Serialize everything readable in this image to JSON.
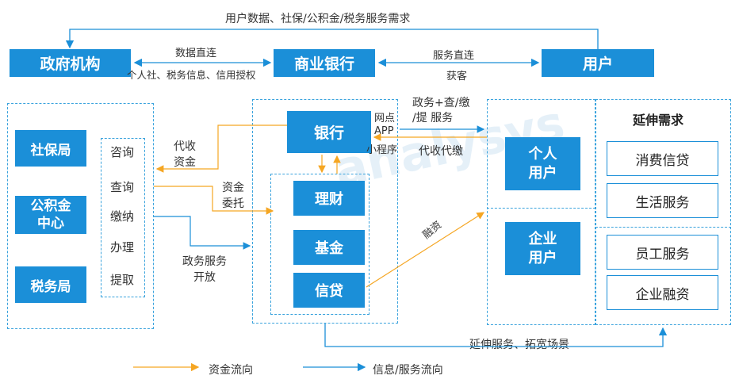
{
  "top": {
    "gov": "政府机构",
    "bank": "商业银行",
    "user": "用户",
    "top_flow": "用户数据、社保/公积金/税务服务需求",
    "gov_bank_top": "数据直连",
    "gov_bank_bottom": "个人社、税务信息、信用授权",
    "bank_user_top": "服务直连",
    "bank_user_bottom": "获客"
  },
  "gov_panel": {
    "agencies": [
      "社保局",
      "公积金\n中心",
      "税务局"
    ],
    "services": [
      "咨询",
      "查询",
      "缴纳",
      "办理",
      "提取"
    ]
  },
  "bank_panel": {
    "bank": "银行",
    "products": [
      "理财",
      "基金",
      "信贷"
    ],
    "channels": [
      "网点",
      "APP",
      "小程序"
    ]
  },
  "user_panel": {
    "personal": "个人\n用户",
    "enterprise": "企业\n用户",
    "ext_title": "延伸需求",
    "ext_items": [
      "消费信贷",
      "生活服务",
      "员工服务",
      "企业融资"
    ]
  },
  "flows": {
    "collect": "代收\n资金",
    "entrust": "资金\n委托",
    "gov_open": "政务服务\n开放",
    "gov_query": "政务+查/缴\n/提 服务",
    "agency_pay": "代收代缴",
    "financing": "融资",
    "extend": "延伸服务、拓宽场景"
  },
  "legend": {
    "fund": "资金流向",
    "info": "信息/服务流向"
  },
  "colors": {
    "blue": "#1b8fd8",
    "orange": "#f5a623"
  }
}
